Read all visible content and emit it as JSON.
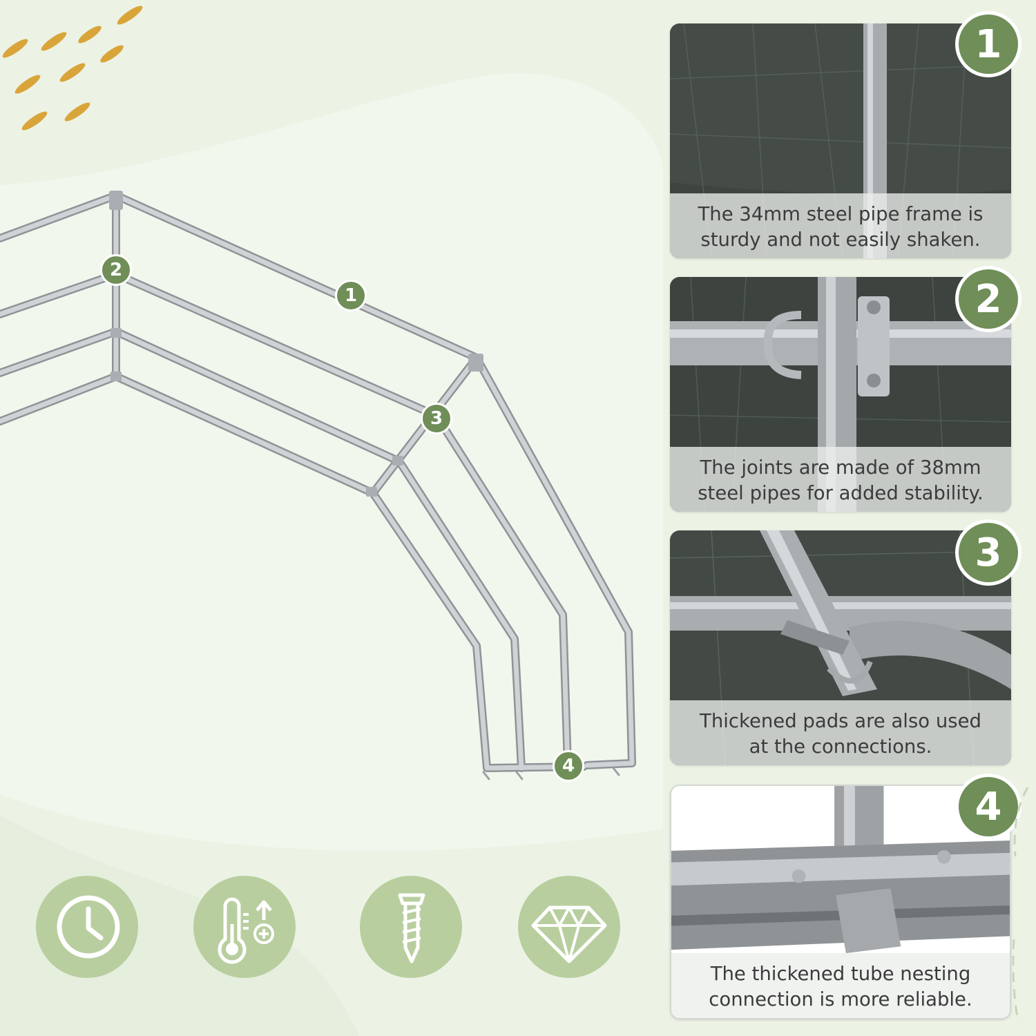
{
  "colors": {
    "background": "#ecf3e5",
    "badge_green": "#6f8e58",
    "icon_circle": "#b8ce9f",
    "accent_gold": "#d9a53a",
    "pipe_silver": "#b8bcc0"
  },
  "frame_markers": [
    {
      "label": "1"
    },
    {
      "label": "2"
    },
    {
      "label": "3"
    },
    {
      "label": "4"
    }
  ],
  "panels": [
    {
      "number": "1",
      "caption_lines": [
        "The 34mm steel pipe frame is",
        "sturdy and not easily shaken."
      ]
    },
    {
      "number": "2",
      "caption_lines": [
        "The joints are made of 38mm",
        "steel pipes for added stability."
      ]
    },
    {
      "number": "3",
      "caption_lines": [
        "Thickened pads are also used",
        "at the connections."
      ]
    },
    {
      "number": "4",
      "caption_lines": [
        "The thickened tube nesting",
        "connection is more reliable."
      ]
    }
  ],
  "feature_icons": [
    {
      "icon": "clock-icon"
    },
    {
      "icon": "thermometer-temperature-icon"
    },
    {
      "icon": "screw-icon"
    },
    {
      "icon": "diamond-icon"
    }
  ]
}
